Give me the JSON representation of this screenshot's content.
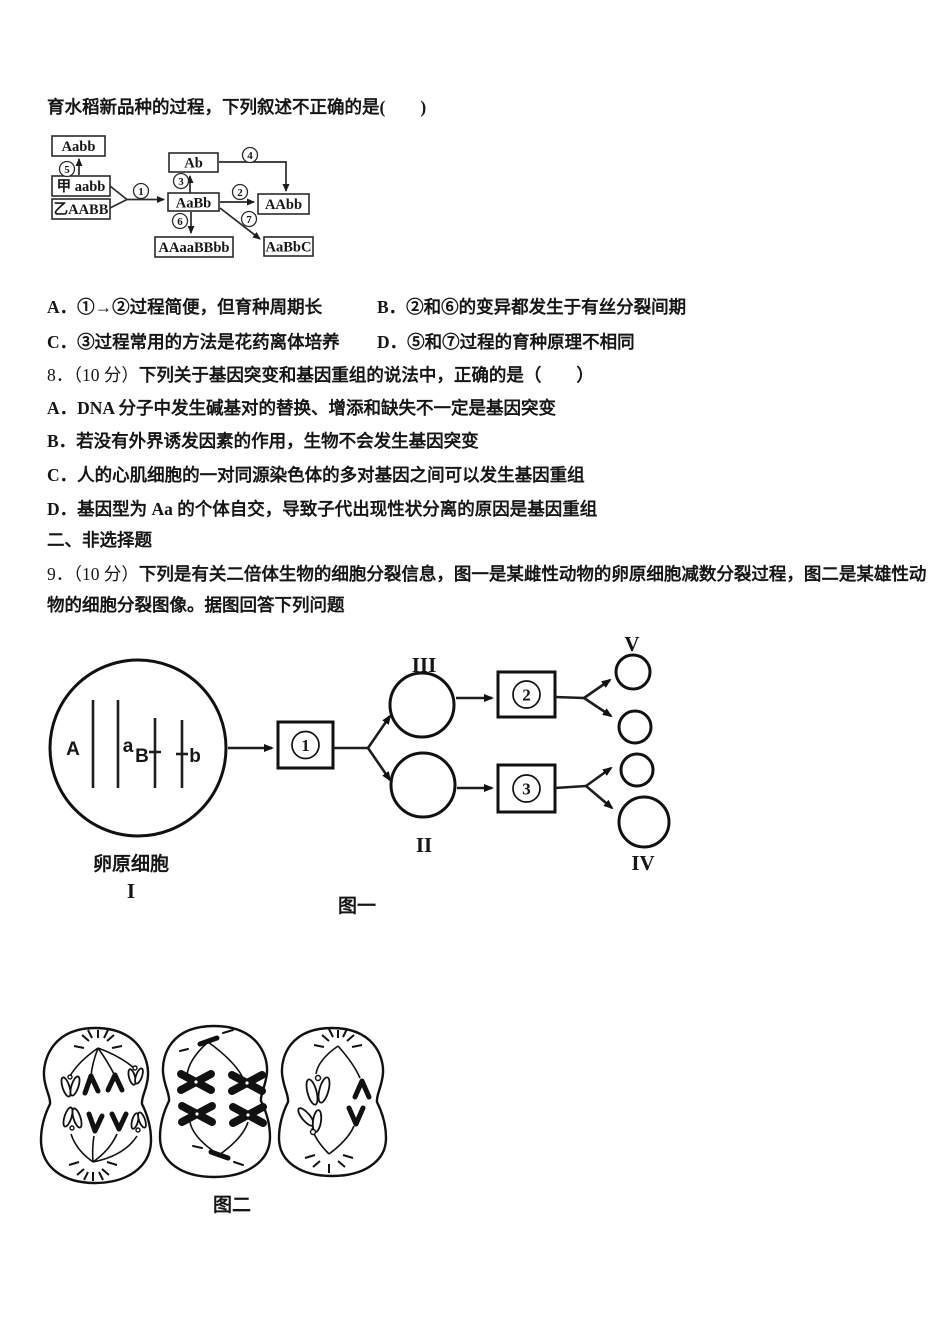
{
  "q7": {
    "intro": "育水稻新品种的过程，下列叙述不正确的是(　　)",
    "flowchart": {
      "boxes": [
        {
          "label": "Aabb"
        },
        {
          "label": "甲 aabb"
        },
        {
          "label": "乙AABB"
        },
        {
          "label": "Ab"
        },
        {
          "label": "AaBb"
        },
        {
          "label": "AAbb"
        },
        {
          "label": "AAaaBBbb"
        },
        {
          "label": "AaBbC"
        }
      ],
      "steps": [
        {
          "n": "5"
        },
        {
          "n": "1"
        },
        {
          "n": "3"
        },
        {
          "n": "4"
        },
        {
          "n": "2"
        },
        {
          "n": "6"
        },
        {
          "n": "7"
        }
      ]
    },
    "options": [
      "A．①→②过程简便，但育种周期长",
      "B．②和⑥的变异都发生于有丝分裂间期",
      "C．③过程常用的方法是花药离体培养",
      "D．⑤和⑦过程的育种原理不相同"
    ]
  },
  "q8": {
    "num": "8．",
    "score": "（10 分）",
    "stem": "下列关于基因突变和基因重组的说法中，正确的是（　　）",
    "options": [
      "A．DNA 分子中发生碱基对的替换、增添和缺失不一定是基因突变",
      "B．若没有外界诱发因素的作用，生物不会发生基因突变",
      "C．人的心肌细胞的一对同源染色体的多对基因之间可以发生基因重组",
      "D．基因型为 Aa 的个体自交，导致子代出现性状分离的原因是基因重组"
    ]
  },
  "section2_title": "二、非选择题",
  "q9": {
    "num": "9．",
    "score": "（10 分）",
    "stem_line1": "下列是有关二倍体生物的细胞分裂信息，图一是某雌性动物的卵原细胞减数分裂过程，图二是某雄性动",
    "stem_line2": "物的细胞分裂图像。据图回答下列问题",
    "figure1": {
      "caption": "图一",
      "cell_label": "卵原细胞",
      "labels": {
        "I": "I",
        "II": "II",
        "III": "III",
        "IV": "IV",
        "V": "V"
      },
      "chromosomes": {
        "A": "A",
        "a": "a",
        "B": "B",
        "b": "b"
      },
      "steps": [
        {
          "n": "1"
        },
        {
          "n": "2"
        },
        {
          "n": "3"
        }
      ]
    },
    "figure2": {
      "caption": "图二"
    }
  }
}
